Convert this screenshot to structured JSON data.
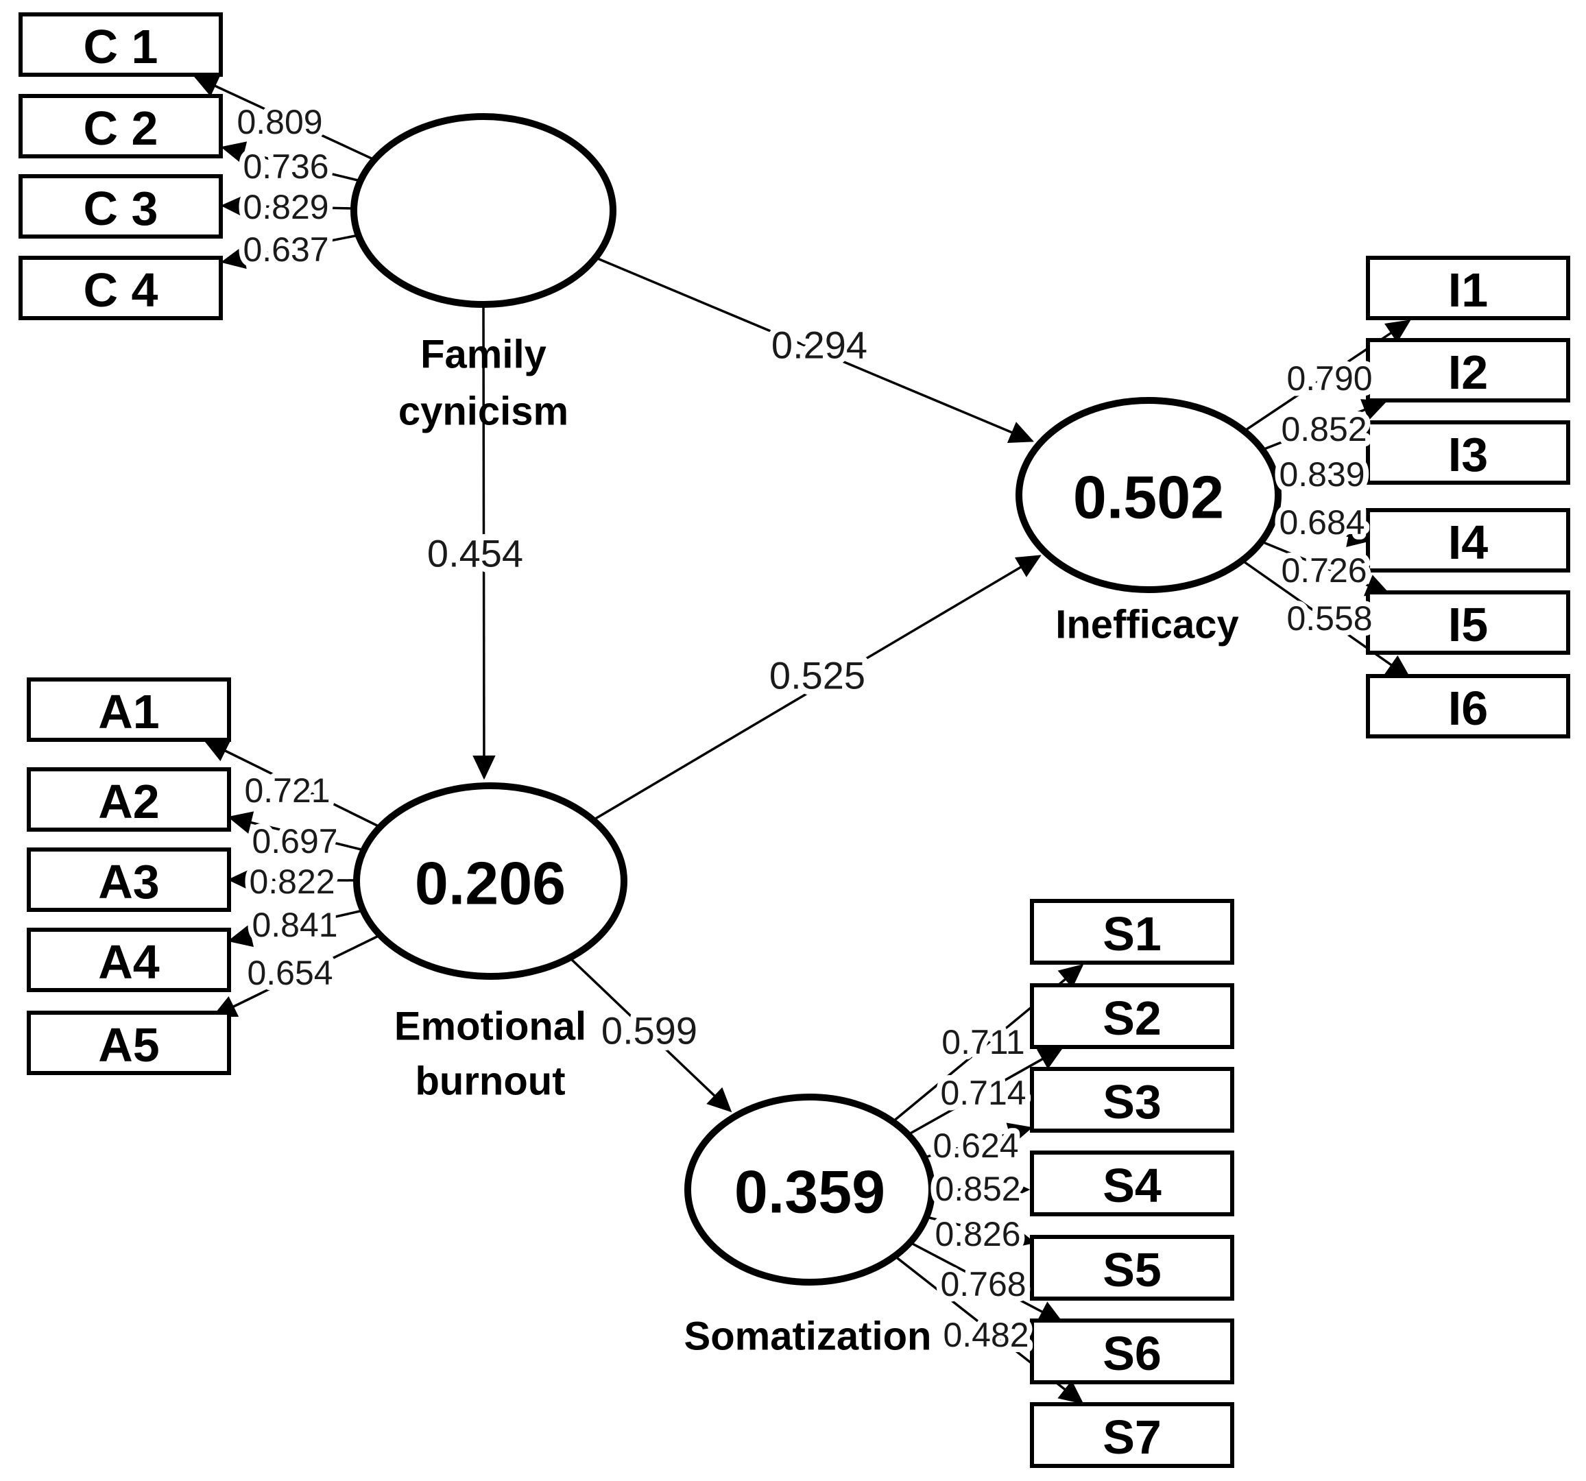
{
  "figure": {
    "type": "structural-equation-model-path-diagram",
    "colors": {
      "ink": "#000000",
      "background": "#ffffff"
    }
  },
  "latents": {
    "family_cynicism": {
      "name_line1": "Family",
      "name_line2": "cynicism"
    },
    "inefficacy": {
      "name": "Inefficacy",
      "r2": "0.502"
    },
    "emotional_burnout": {
      "name_line1": "Emotional",
      "name_line2": "burnout",
      "r2": "0.206"
    },
    "somatization": {
      "name": "Somatization",
      "r2": "0.359"
    }
  },
  "paths": {
    "fc_to_inefficacy": "0.294",
    "fc_to_burnout": "0.454",
    "burnout_to_inefficacy": "0.525",
    "burnout_to_somatization": "0.599"
  },
  "indicators": {
    "C": [
      {
        "label": "C 1",
        "loading": "0.809"
      },
      {
        "label": "C 2",
        "loading": "0.736"
      },
      {
        "label": "C 3",
        "loading": "0.829"
      },
      {
        "label": "C 4",
        "loading": "0.637"
      }
    ],
    "A": [
      {
        "label": "A1",
        "loading": "0.721"
      },
      {
        "label": "A2",
        "loading": "0.697"
      },
      {
        "label": "A3",
        "loading": "0.822"
      },
      {
        "label": "A4",
        "loading": "0.841"
      },
      {
        "label": "A5",
        "loading": "0.654"
      }
    ],
    "I": [
      {
        "label": "I1",
        "loading": "0.790"
      },
      {
        "label": "I2",
        "loading": "0.852"
      },
      {
        "label": "I3",
        "loading": "0.839"
      },
      {
        "label": "I4",
        "loading": "0.684"
      },
      {
        "label": "I5",
        "loading": "0.726"
      },
      {
        "label": "I6",
        "loading": "0.558"
      }
    ],
    "S": [
      {
        "label": "S1",
        "loading": "0.711"
      },
      {
        "label": "S2",
        "loading": "0.714"
      },
      {
        "label": "S3",
        "loading": "0.624"
      },
      {
        "label": "S4",
        "loading": "0.852"
      },
      {
        "label": "S5",
        "loading": "0.826"
      },
      {
        "label": "S6",
        "loading": "0.768"
      },
      {
        "label": "S7",
        "loading": "0.482"
      }
    ]
  }
}
